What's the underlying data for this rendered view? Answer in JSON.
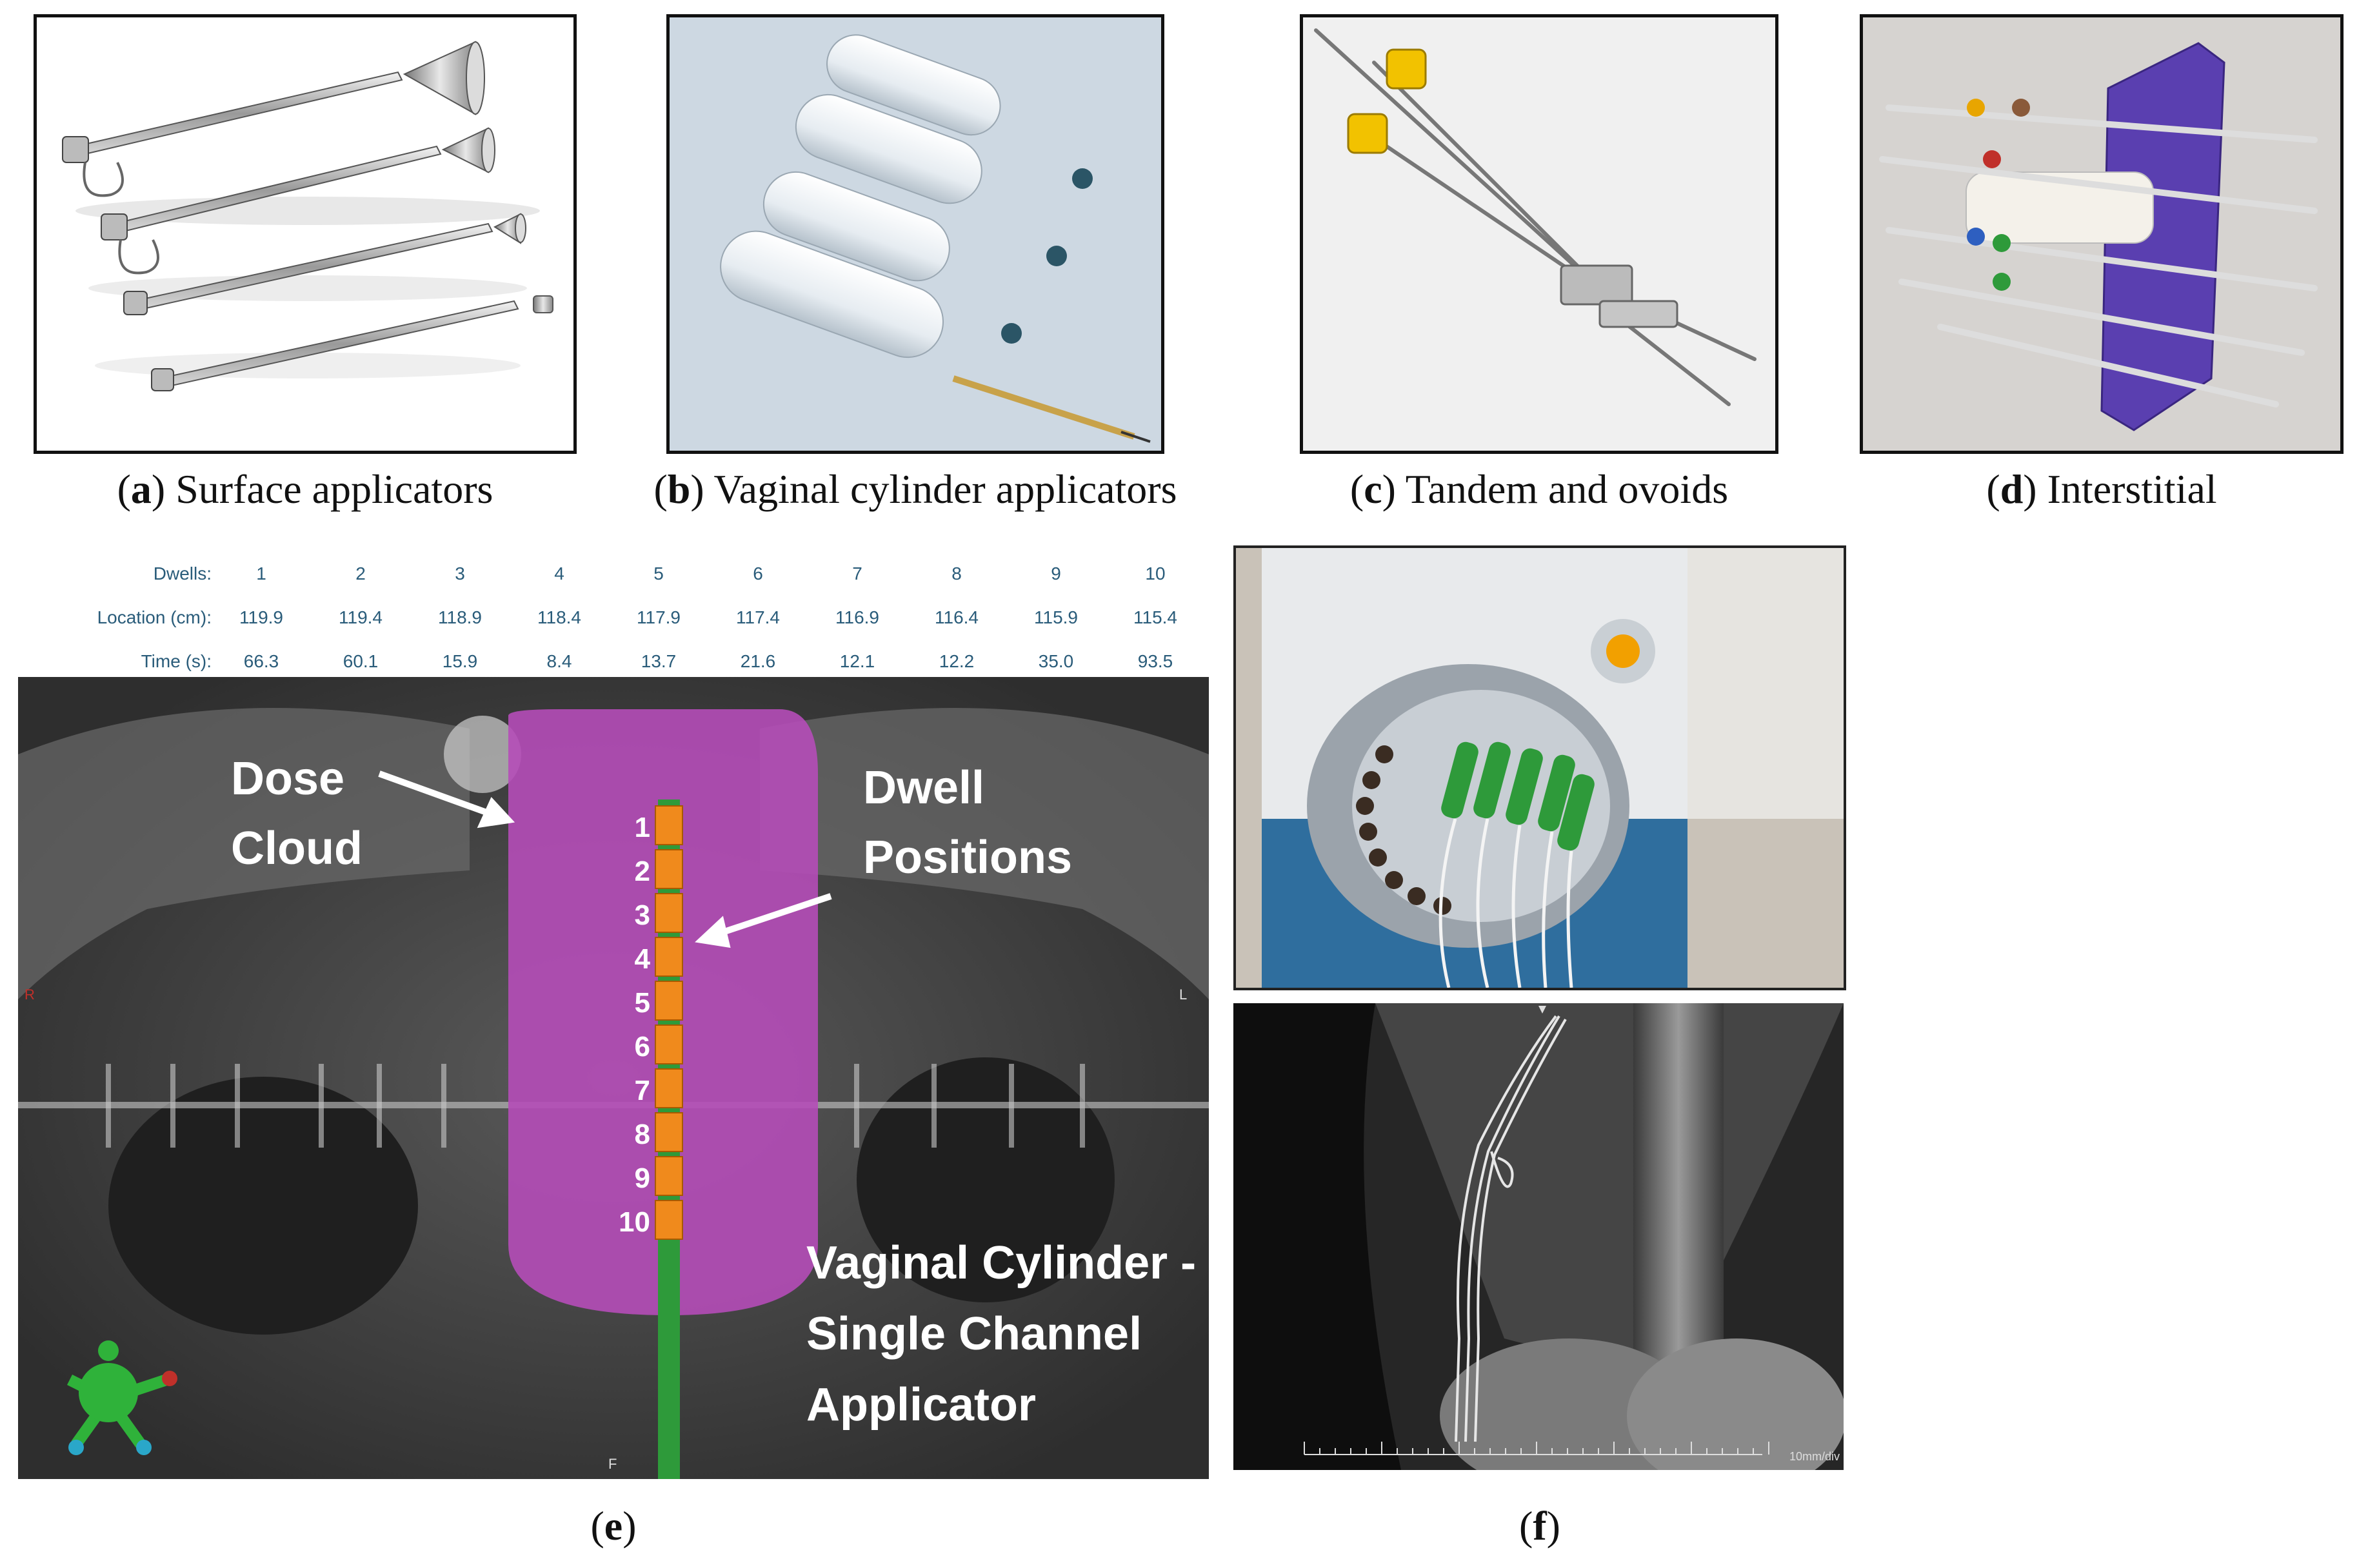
{
  "captions": {
    "a": {
      "letter": "a",
      "text": "Surface applicators"
    },
    "b": {
      "letter": "b",
      "text": "Vaginal cylinder applicators"
    },
    "c": {
      "letter": "c",
      "text": "Tandem and ovoids"
    },
    "d": {
      "letter": "d",
      "text": "Interstitial"
    },
    "e": {
      "letter": "e"
    },
    "f": {
      "letter": "f"
    }
  },
  "dwell_table": {
    "row_labels": [
      "Dwells:",
      "Location (cm):",
      "Time (s):"
    ],
    "columns": [
      {
        "dwell": "1",
        "location": "119.9",
        "time": "66.3"
      },
      {
        "dwell": "2",
        "location": "119.4",
        "time": "60.1"
      },
      {
        "dwell": "3",
        "location": "118.9",
        "time": "15.9"
      },
      {
        "dwell": "4",
        "location": "118.4",
        "time": "8.4"
      },
      {
        "dwell": "5",
        "location": "117.9",
        "time": "13.7"
      },
      {
        "dwell": "6",
        "location": "117.4",
        "time": "21.6"
      },
      {
        "dwell": "7",
        "location": "116.9",
        "time": "12.1"
      },
      {
        "dwell": "8",
        "location": "116.4",
        "time": "12.2"
      },
      {
        "dwell": "9",
        "location": "115.9",
        "time": "35.0"
      },
      {
        "dwell": "10",
        "location": "115.4",
        "time": "93.5"
      }
    ]
  },
  "annotations": {
    "dose_cloud": [
      "Dose",
      "Cloud"
    ],
    "dwell_positions": [
      "Dwell",
      "Positions"
    ],
    "applicator": [
      "Vaginal Cylinder -",
      "Single Channel",
      "Applicator"
    ],
    "dwell_numbers": [
      "1",
      "2",
      "3",
      "4",
      "5",
      "6",
      "7",
      "8",
      "9",
      "10"
    ],
    "side_left": "R",
    "side_right": "L",
    "bottom_marker": "F"
  },
  "xray": {
    "scale_label": "10mm/div"
  },
  "colors": {
    "dose_cloud": "#b54db8",
    "dwell_marker": "#f08a1c",
    "catheter": "#2e9a3a",
    "table_text": "#2a5c7a"
  }
}
